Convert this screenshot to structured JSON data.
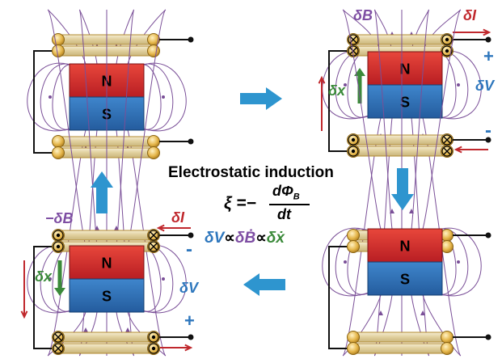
{
  "title": "Electrostatic induction",
  "magnet": {
    "north": "N",
    "south": "S"
  },
  "colors": {
    "north": "#d9262c",
    "south": "#2c6db5",
    "coil": "#e6d9b0",
    "coil_edge": "#b28a2e",
    "field_line": "#7a4f98",
    "arrow_blue": "#2e95cf",
    "current_red": "#c0282d",
    "motion_green": "#3b8a3a",
    "delta_b": "#7e4ea3",
    "voltage_blue": "#2e77bd",
    "wire": "#111111"
  },
  "equation": {
    "lhs": "ξ =−",
    "numerator": "dΦ",
    "numerator_sub": "B",
    "denominator": "dt",
    "proportional": "δV∝δḂ∝δẋ",
    "prop_parts": [
      "δV",
      "∝",
      "δḂ",
      "∝",
      "δẋ"
    ]
  },
  "panels": {
    "top_right": {
      "delta_b": "δB",
      "delta_i": "δI",
      "delta_x": "δx",
      "delta_v": "δV",
      "plus": "+",
      "minus": "-"
    },
    "bottom_left": {
      "delta_b": "−δB",
      "delta_i": "δI",
      "delta_x": "δx",
      "delta_v": "δV",
      "plus": "+",
      "minus": "-"
    }
  }
}
